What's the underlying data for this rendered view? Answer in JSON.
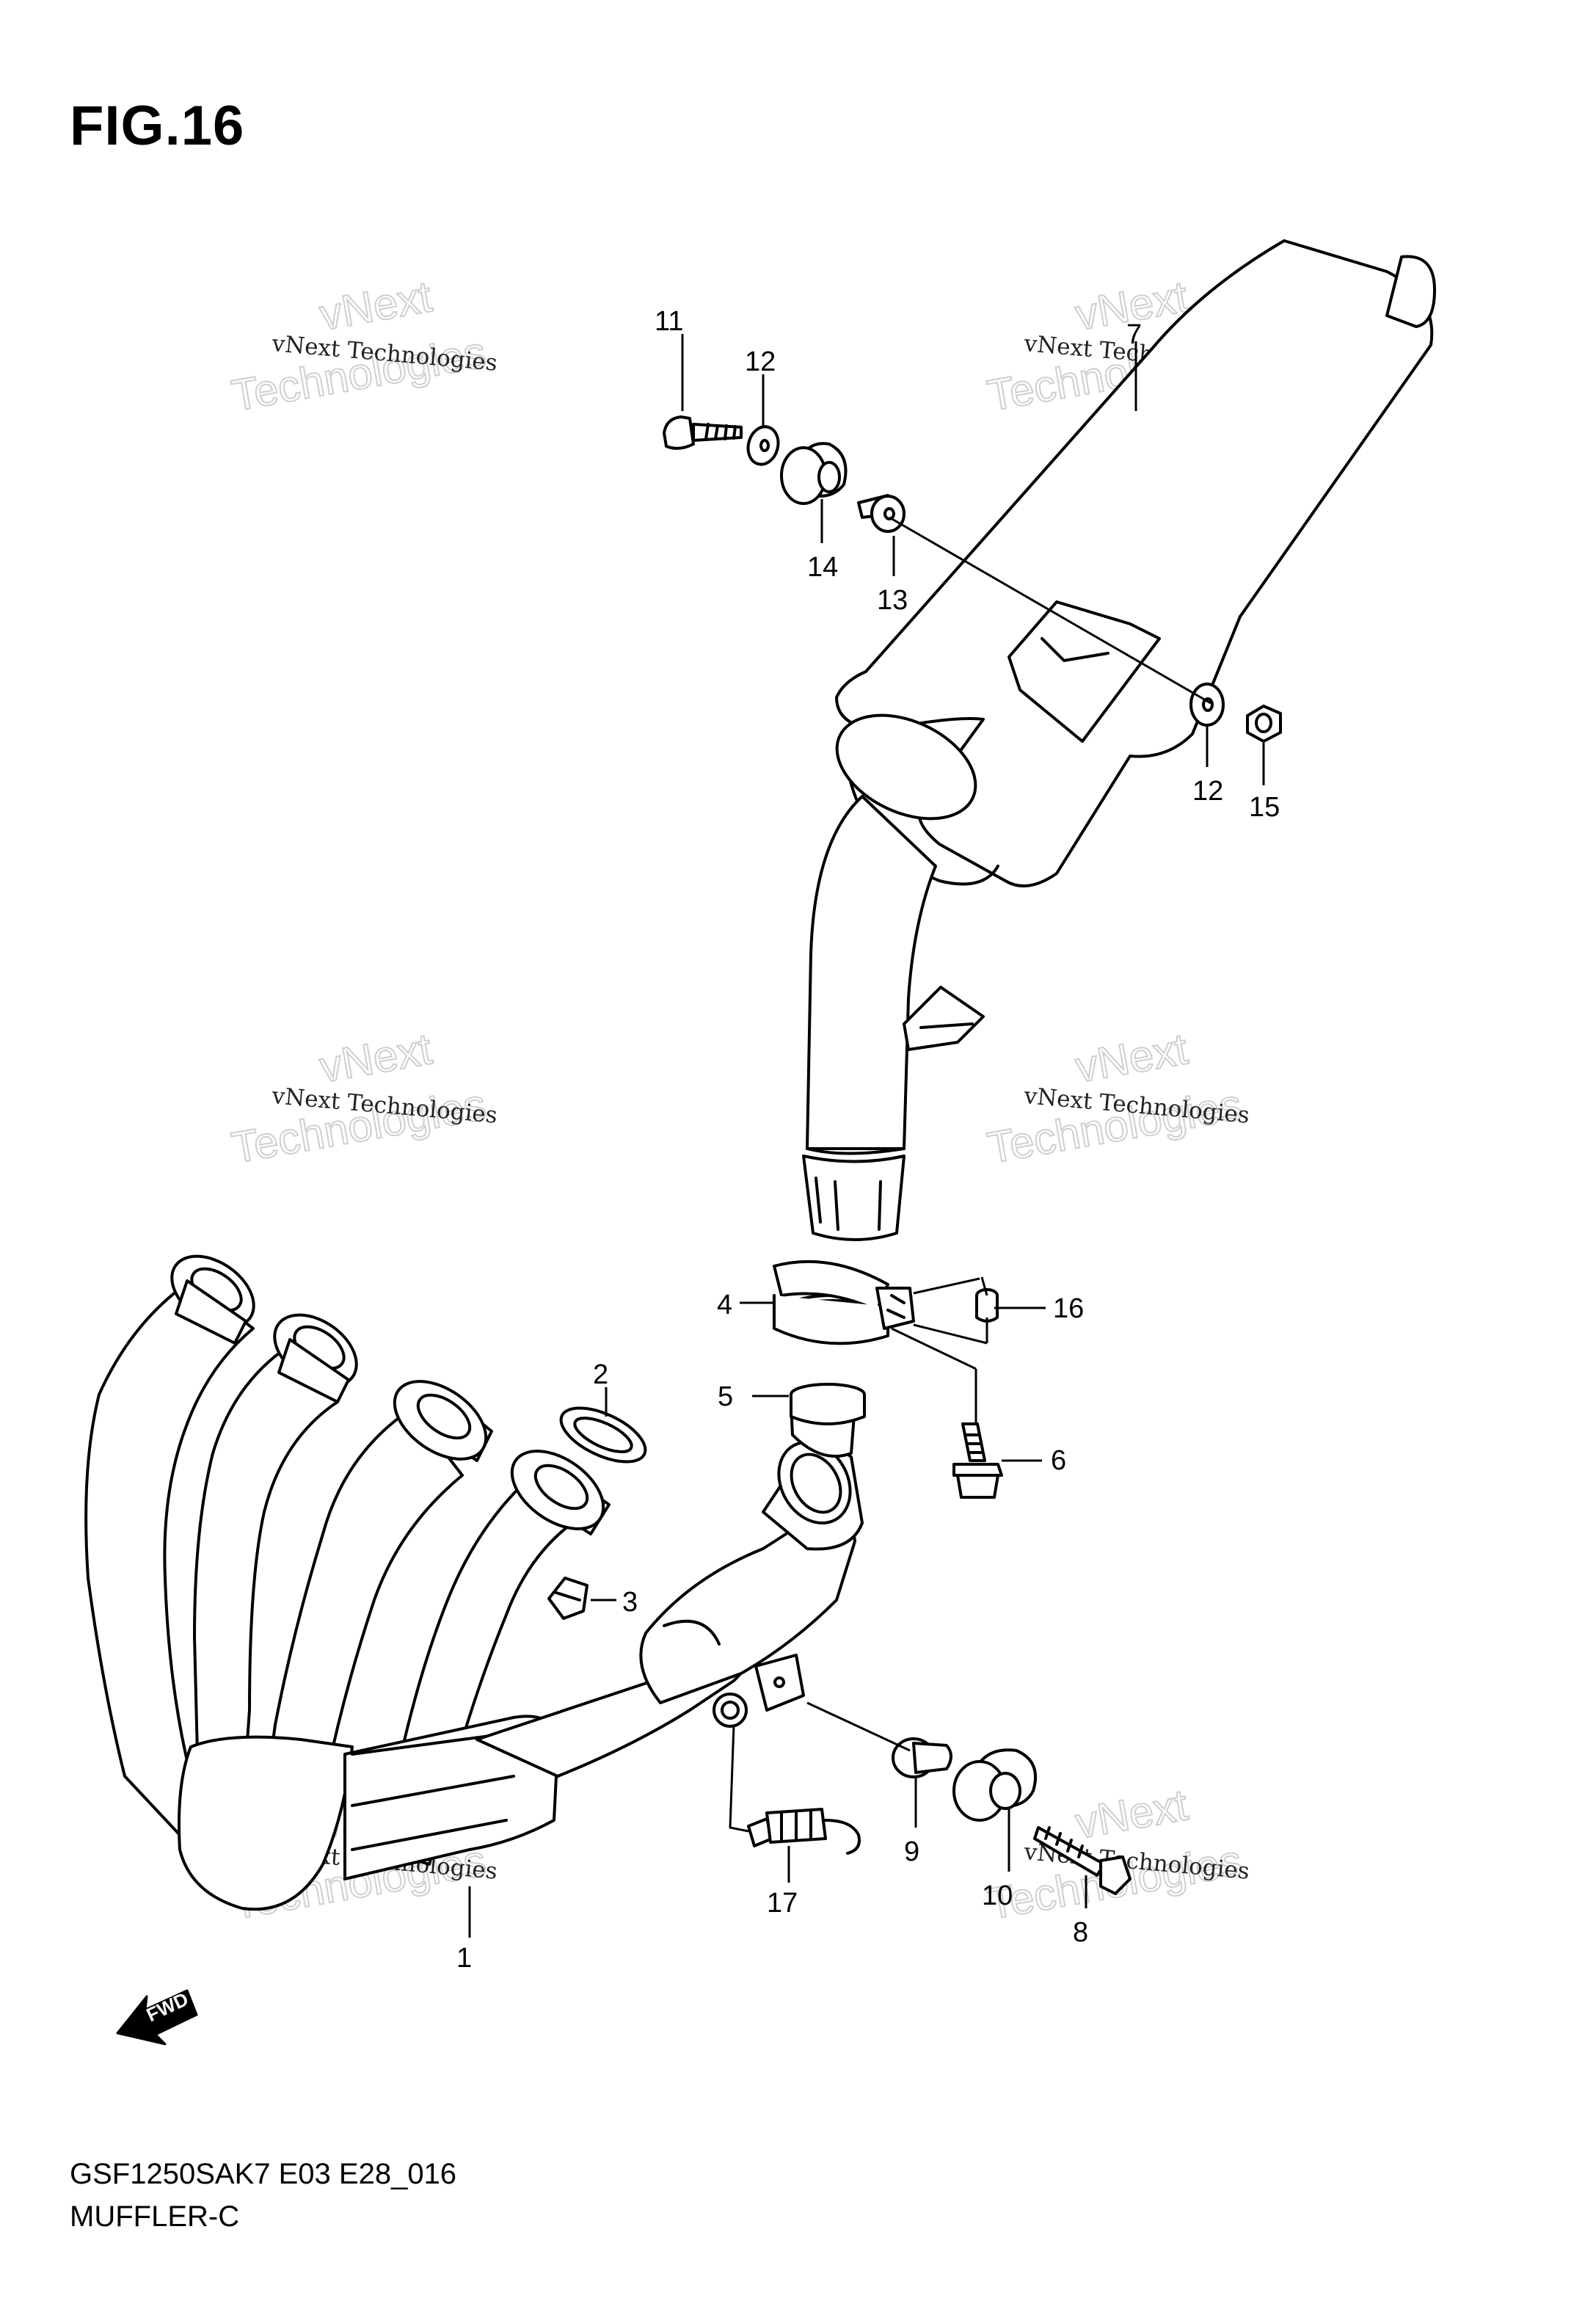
{
  "figure": {
    "title": "FIG.16",
    "model_code": "GSF1250SAK7 E03 E28_016",
    "section_name": "MUFFLER-C"
  },
  "watermark": {
    "line_small": "vNext Technologies",
    "line_big_top": "vNext",
    "line_big_bottom": "Technologies"
  },
  "direction_marker": {
    "label": "FWD"
  },
  "callouts": [
    {
      "id": "c1",
      "label": "1"
    },
    {
      "id": "c2",
      "label": "2"
    },
    {
      "id": "c3",
      "label": "3"
    },
    {
      "id": "c4",
      "label": "4"
    },
    {
      "id": "c5",
      "label": "5"
    },
    {
      "id": "c6",
      "label": "6"
    },
    {
      "id": "c7",
      "label": "7"
    },
    {
      "id": "c8",
      "label": "8"
    },
    {
      "id": "c9",
      "label": "9"
    },
    {
      "id": "c10",
      "label": "10"
    },
    {
      "id": "c11",
      "label": "11"
    },
    {
      "id": "c12a",
      "label": "12"
    },
    {
      "id": "c12b",
      "label": "12"
    },
    {
      "id": "c13",
      "label": "13"
    },
    {
      "id": "c14",
      "label": "14"
    },
    {
      "id": "c15",
      "label": "15"
    },
    {
      "id": "c16",
      "label": "16"
    },
    {
      "id": "c17",
      "label": "17"
    }
  ]
}
